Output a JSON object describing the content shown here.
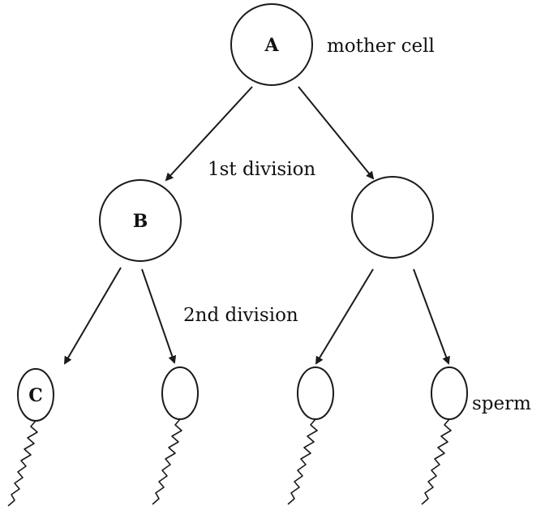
{
  "diagram": {
    "cells": {
      "mother": {
        "label": "A"
      },
      "daughter_left": {
        "label": "B"
      },
      "daughter_right": {
        "label": ""
      },
      "sperm_1": {
        "label": "C"
      },
      "sperm_2": {
        "label": ""
      },
      "sperm_3": {
        "label": ""
      },
      "sperm_4": {
        "label": ""
      }
    },
    "captions": {
      "mother_cell": "mother cell",
      "first_division": "1st division",
      "second_division": "2nd division",
      "sperm": "sperm"
    },
    "colors": {
      "stroke": "#1a1a1a",
      "background": "#ffffff"
    }
  }
}
